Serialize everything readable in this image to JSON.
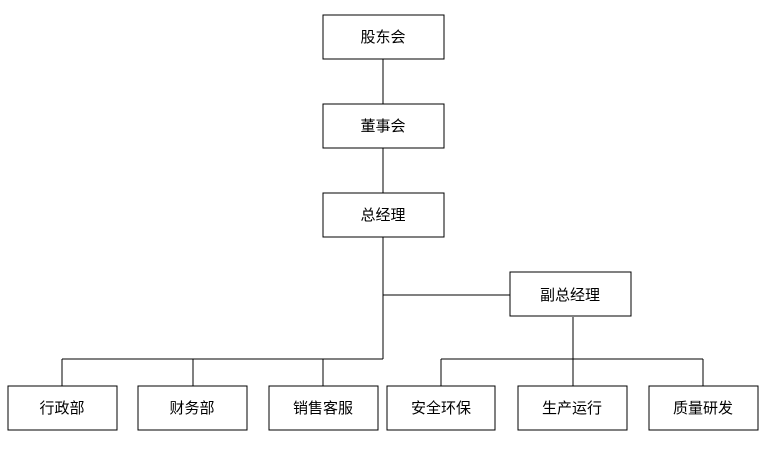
{
  "org_chart": {
    "shareholders": "股东会",
    "board": "董事会",
    "general_manager": "总经理",
    "deputy_general_manager": "副总经理",
    "departments_gm": [
      "行政部",
      "财务部",
      "销售客服"
    ],
    "departments_deputy": [
      "安全环保",
      "生产运行",
      "质量研发"
    ]
  }
}
